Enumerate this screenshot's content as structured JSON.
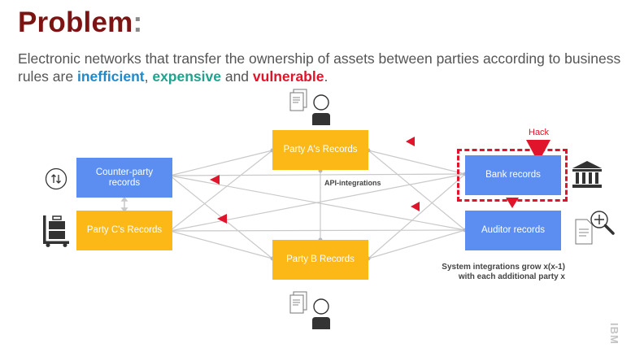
{
  "title": {
    "text": "Problem",
    "colon": ":"
  },
  "subtitle": {
    "before": "Electronic networks that transfer the ownership of assets between parties according to business rules are ",
    "kw1": "inefficient",
    "sep1": ", ",
    "kw2": "expensive",
    "sep2": " and ",
    "kw3": "vulnerable",
    "after": "."
  },
  "nodes": {
    "party_a": "Party A's Records",
    "party_b": "Party B Records",
    "party_c": "Party C's Records",
    "counterparty": "Counter-party records",
    "bank": "Bank records",
    "auditor": "Auditor records"
  },
  "labels": {
    "hack": "Hack",
    "api": "API-integrations",
    "growth_line1": "System integrations grow x(x-1)",
    "growth_line2": "with each additional party x"
  },
  "logo": "IBM",
  "colors": {
    "title": "#7d1414",
    "inefficient": "#1f89c9",
    "expensive": "#20a28d",
    "vulnerable": "#e0142a",
    "blue_box": "#5b8ef0",
    "yellow_box": "#fbb816",
    "hack": "#e0142a"
  },
  "icons": [
    "transfer-icon",
    "cart-icon",
    "document-person-icon",
    "bank-icon",
    "document-search-icon"
  ]
}
